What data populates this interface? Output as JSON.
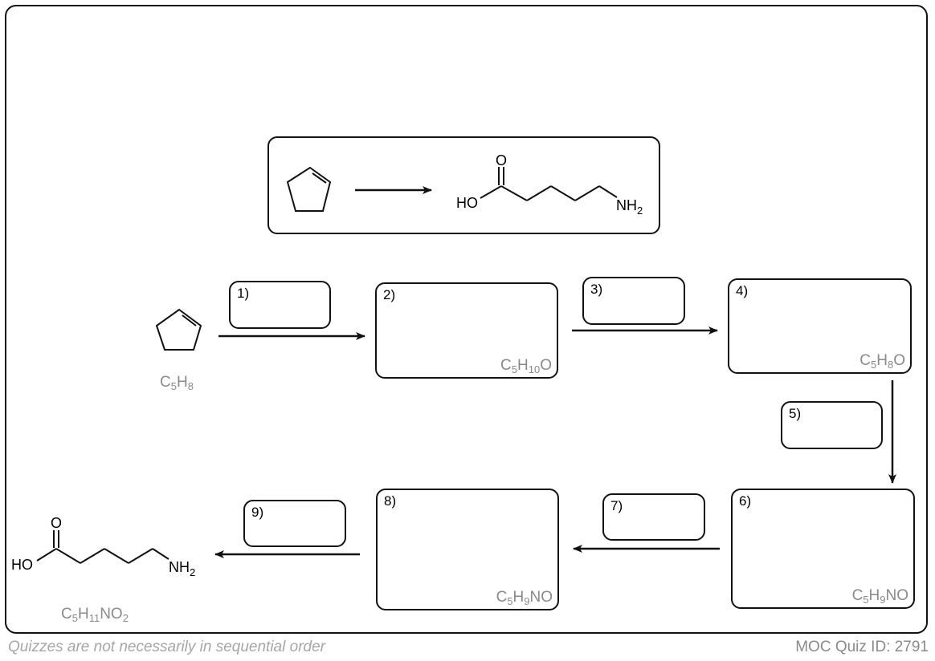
{
  "target_box": {
    "start_label": "",
    "product_labels": {
      "oxygen": "O",
      "hydroxyl": "HO",
      "amine": "NH",
      "amine_sub": "2"
    }
  },
  "start_molecule": {
    "formula_main": "C",
    "formula_c_sub": "5",
    "formula_h": "H",
    "formula_h_sub": "8"
  },
  "end_molecule": {
    "oxygen": "O",
    "hydroxyl": "HO",
    "amine": "NH",
    "amine_sub": "2",
    "formula_c": "C",
    "formula_c_sub": "5",
    "formula_h": "H",
    "formula_h_sub": "11",
    "formula_rest": "NO",
    "formula_o_sub": "2"
  },
  "steps": {
    "s1": "1)",
    "s2": "2)",
    "s3": "3)",
    "s4": "4)",
    "s5": "5)",
    "s6": "6)",
    "s7": "7)",
    "s8": "8)",
    "s9": "9)"
  },
  "intermediates": {
    "i2": {
      "c": "C",
      "c_sub": "5",
      "h": "H",
      "h_sub": "10",
      "rest": "O"
    },
    "i4": {
      "c": "C",
      "c_sub": "5",
      "h": "H",
      "h_sub": "8",
      "rest": "O"
    },
    "i6": {
      "c": "C",
      "c_sub": "5",
      "h": "H",
      "h_sub": "9",
      "rest": "NO"
    },
    "i8": {
      "c": "C",
      "c_sub": "5",
      "h": "H",
      "h_sub": "9",
      "rest": "NO"
    }
  },
  "footer": {
    "note": "Quizzes are not necessarily in sequential order",
    "quiz_id": "MOC Quiz ID: 2791"
  },
  "colors": {
    "line": "#111111",
    "formula_gray": "#8a8a8a",
    "footer_gray": "#a6a6a6"
  }
}
